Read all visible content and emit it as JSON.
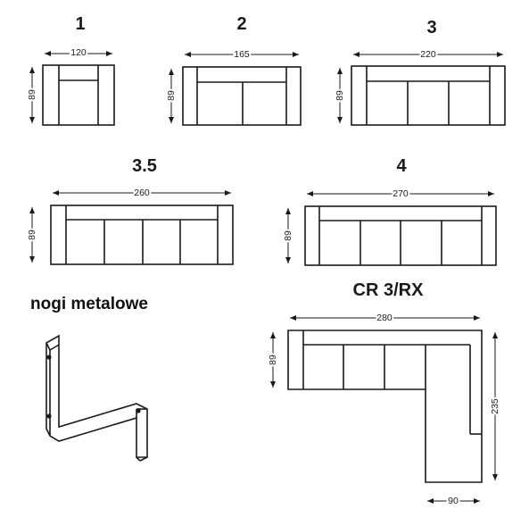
{
  "models": [
    {
      "title": "1",
      "width_label": "120",
      "depth_label": "89"
    },
    {
      "title": "2",
      "width_label": "165",
      "depth_label": "89"
    },
    {
      "title": "3",
      "width_label": "220",
      "depth_label": "89"
    },
    {
      "title": "3.5",
      "width_label": "260",
      "depth_label": "89"
    },
    {
      "title": "4",
      "width_label": "270",
      "depth_label": "89"
    },
    {
      "title": "CR 3/RX",
      "width_label": "280",
      "depth_label": "89",
      "side_label": "235",
      "chaise_label": "90"
    }
  ],
  "legs": {
    "caption": "nogi metalowe"
  },
  "colors": {
    "line": "#1a1a1a",
    "text": "#1a1a1a"
  }
}
